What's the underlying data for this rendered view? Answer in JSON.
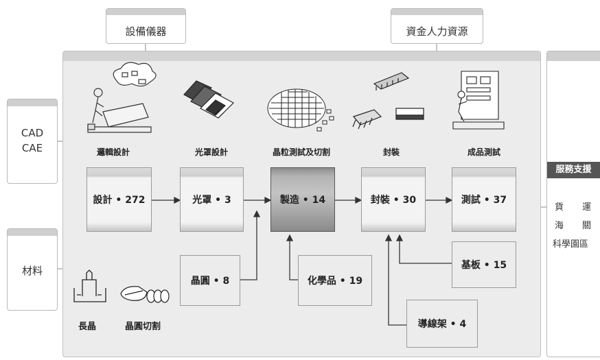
{
  "top_boxes": {
    "equipment": "設備儀器",
    "funding": "資金人力資源"
  },
  "left_boxes": {
    "cad_line1": "CAD",
    "cad_line2": "CAE",
    "materials": "材料"
  },
  "right_panel": {
    "header": "服務支援",
    "items": [
      "貨",
      "運",
      "海",
      "關",
      "科學園區"
    ]
  },
  "step_labels": [
    "邏輯設計",
    "光罩設計",
    "晶粒測試及切割",
    "封裝",
    "成品測試"
  ],
  "process": [
    {
      "label": "設計 • 272"
    },
    {
      "label": "光罩 • 3"
    },
    {
      "label": "製造 • 14"
    },
    {
      "label": "封裝 • 30"
    },
    {
      "label": "測試 • 37"
    }
  ],
  "inputs": {
    "wafer": "晶圓 • 8",
    "chemicals": "化學品 • 19",
    "substrate": "基板 • 15",
    "leadframe": "導線架 • 4"
  },
  "bottom_labels": {
    "crystal": "長晶",
    "wafer_cut": "晶圓切割"
  },
  "colors": {
    "panel": "#ececec",
    "dark_box": "#8d8d8d",
    "header_bg": "#555555"
  }
}
